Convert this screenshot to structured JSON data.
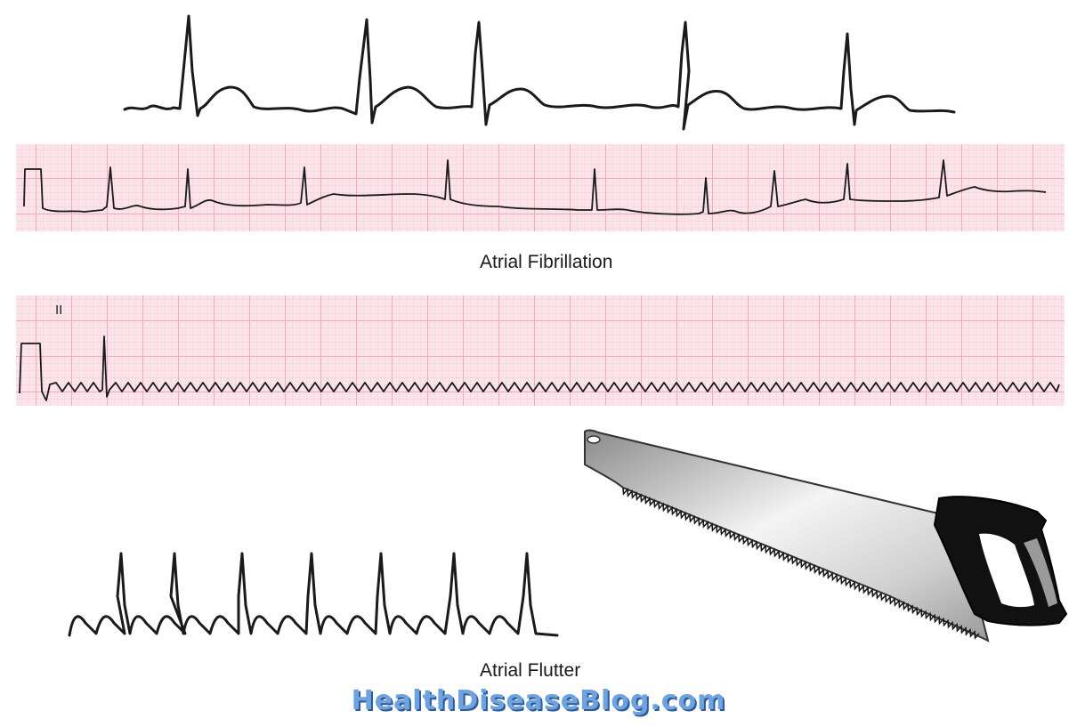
{
  "labels": {
    "atrial_fibrillation": "Atrial Fibrillation",
    "atrial_flutter": "Atrial Flutter",
    "lead": "II"
  },
  "watermark": "HealthDiseaseBlog.com",
  "colors": {
    "grid_background": "#fbe3ea",
    "grid_minor": "#f6c3d2",
    "grid_major": "#ee93ad",
    "trace": "#1a1a1a",
    "watermark_fill": "#6fa3e0",
    "watermark_shadow": "#2c5a9a",
    "saw_handle": "#111111",
    "saw_blade": "#cfcfcf"
  },
  "icons": {
    "saw": "hand-saw-icon"
  }
}
